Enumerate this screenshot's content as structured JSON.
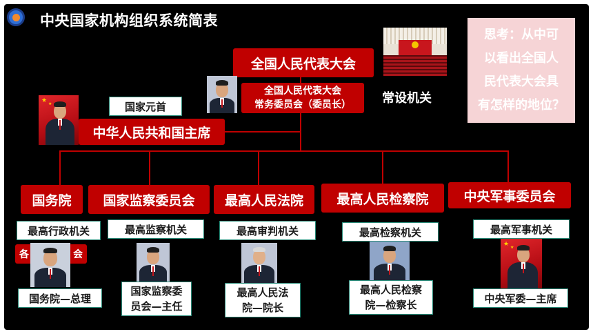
{
  "title": "中央国家机构组织系统简表",
  "npc": {
    "name": "全国人民代表大会",
    "standing_line1": "全国人民代表大会",
    "standing_line2": "常务委员会（委员长）",
    "permanent_label": "常设机关"
  },
  "president": {
    "label": "国家元首",
    "name": "中华人民共和国主席"
  },
  "note": {
    "lines": [
      "思考：从中可",
      "以看出全国人",
      "民代表大会具",
      "有怎样的地位？"
    ]
  },
  "organs": [
    {
      "name": "国务院",
      "role": "最高行政机关",
      "extra": "各",
      "extra2": "会",
      "leader": "国务院—总理"
    },
    {
      "name": "国家监察委员会",
      "role": "最高监察机关",
      "leader_line1": "国家监察委",
      "leader_line2": "员会—主任"
    },
    {
      "name": "最高人民法院",
      "role": "最高审判机关",
      "leader_line1": "最高人民法",
      "leader_line2": "院—院长"
    },
    {
      "name": "最高人民检察院",
      "role": "最高检察机关",
      "leader_line1": "最高人民检察",
      "leader_line2": "院—检察长"
    },
    {
      "name": "中央军事委员会",
      "role": "最高军事机关",
      "leader": "中央军委—主席"
    }
  ],
  "colors": {
    "accent_red": "#c00000",
    "background": "#000000",
    "note_bg": "#f6d4d6",
    "border_teal": "#2a8c7a"
  }
}
